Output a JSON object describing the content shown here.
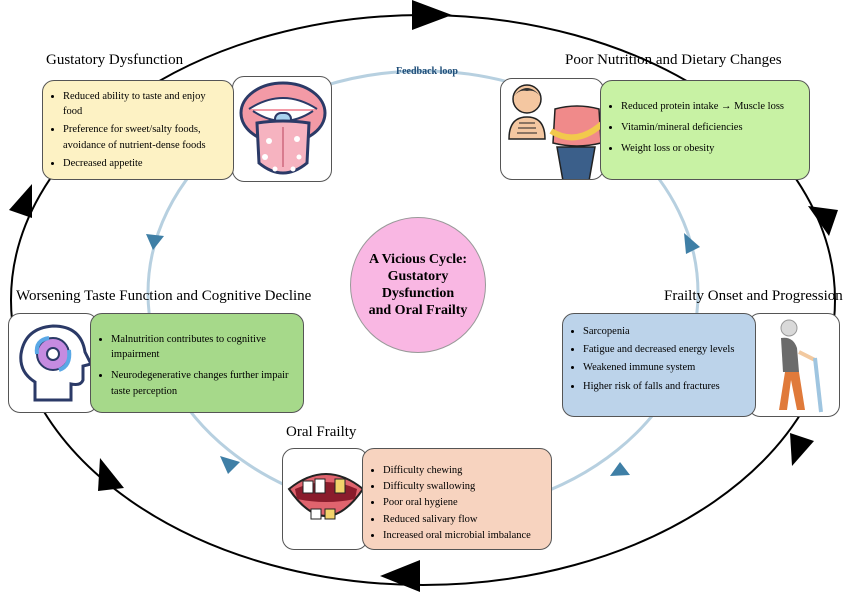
{
  "feedback_loop": "Feedback loop",
  "center": {
    "line1": "A Vicious Cycle:",
    "line2": "Gustatory Dysfunction",
    "line3": "and Oral Frailty"
  },
  "gustatory": {
    "title": "Gustatory Dysfunction",
    "items": [
      "Reduced ability to taste and enjoy food",
      "Preference for sweet/salty foods, avoidance of nutrient-dense foods",
      "Decreased appetite"
    ]
  },
  "nutrition": {
    "title": "Poor Nutrition and Dietary Changes",
    "items": [
      "Reduced protein intake → Muscle loss",
      "Vitamin/mineral deficiencies",
      "Weight loss or obesity"
    ]
  },
  "frailty": {
    "title": "Frailty Onset and Progression",
    "items": [
      "Sarcopenia",
      "Fatigue and decreased energy levels",
      "Weakened immune system",
      "Higher risk of falls and fractures"
    ]
  },
  "oral": {
    "title": "Oral Frailty",
    "items": [
      "Difficulty chewing",
      "Difficulty swallowing",
      "Poor oral hygiene",
      "Reduced salivary flow",
      "Increased oral microbial imbalance"
    ]
  },
  "cognitive": {
    "title": "Worsening Taste Function and Cognitive Decline",
    "items": [
      "Malnutrition contributes to cognitive impairment",
      "Neurodegenerative changes further impair taste perception"
    ]
  },
  "colors": {
    "gustatory_panel": "#fdf2c4",
    "nutrition_panel": "#c8f2a4",
    "frailty_panel": "#bcd3ea",
    "oral_panel": "#f7d3bf",
    "cognitive_panel": "#a6d98a",
    "center_circle": "#f9b7e3",
    "inner_loop": "#b7d0e0",
    "inner_arrow": "#3f7fa6"
  },
  "icons": [
    "tongue-icon",
    "thin-person-icon",
    "measuring-tape-icon",
    "elderly-walker-icon",
    "damaged-teeth-icon",
    "brain-gear-icon"
  ]
}
